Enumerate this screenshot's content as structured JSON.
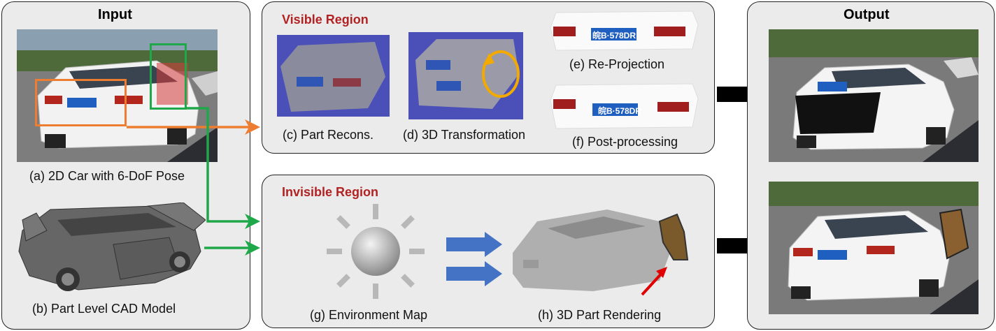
{
  "input": {
    "title": "Input",
    "caption_a": "(a) 2D Car with 6-DoF Pose",
    "caption_b": "(b) Part Level CAD Model"
  },
  "visible": {
    "title": "Visible Region",
    "caption_c": "(c) Part Recons.",
    "caption_d": "(d) 3D Transformation",
    "caption_e": "(e) Re-Projection",
    "caption_f": "(f) Post-processing",
    "plate": "皖B·578DR"
  },
  "invisible": {
    "title": "Invisible Region",
    "caption_g": "(g) Environment Map",
    "caption_h": "(h) 3D Part Rendering"
  },
  "output": {
    "title": "Output"
  },
  "colors": {
    "orange": "#ed7d31",
    "green": "#1fa84a",
    "blue_arrow": "#4472c4",
    "red_title": "#b22222",
    "red_arrow": "#e00000"
  }
}
